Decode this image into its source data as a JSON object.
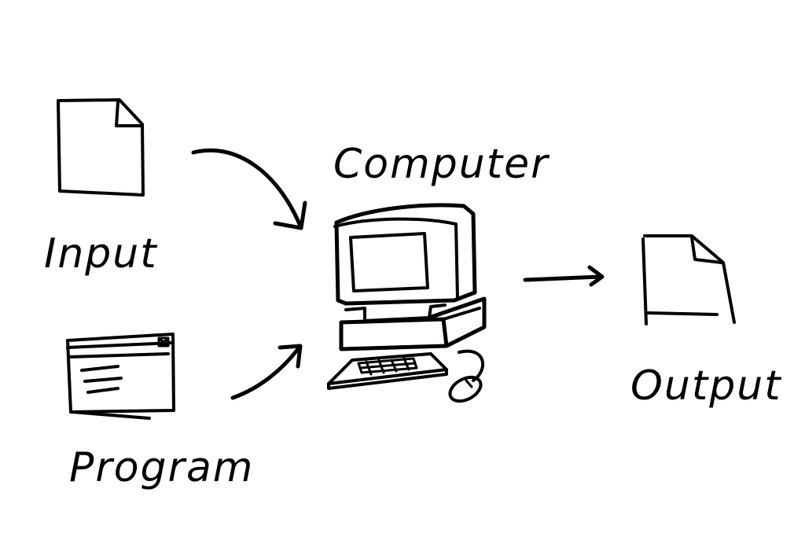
{
  "diagram": {
    "labels": {
      "input": "Input",
      "program": "Program",
      "computer": "Computer",
      "output": "Output"
    },
    "colors": {
      "ink": "#000000",
      "background": "#ffffff"
    },
    "icons": {
      "input": "document-icon",
      "program": "window-icon",
      "computer": "computer-icon",
      "output": "document-icon"
    }
  }
}
